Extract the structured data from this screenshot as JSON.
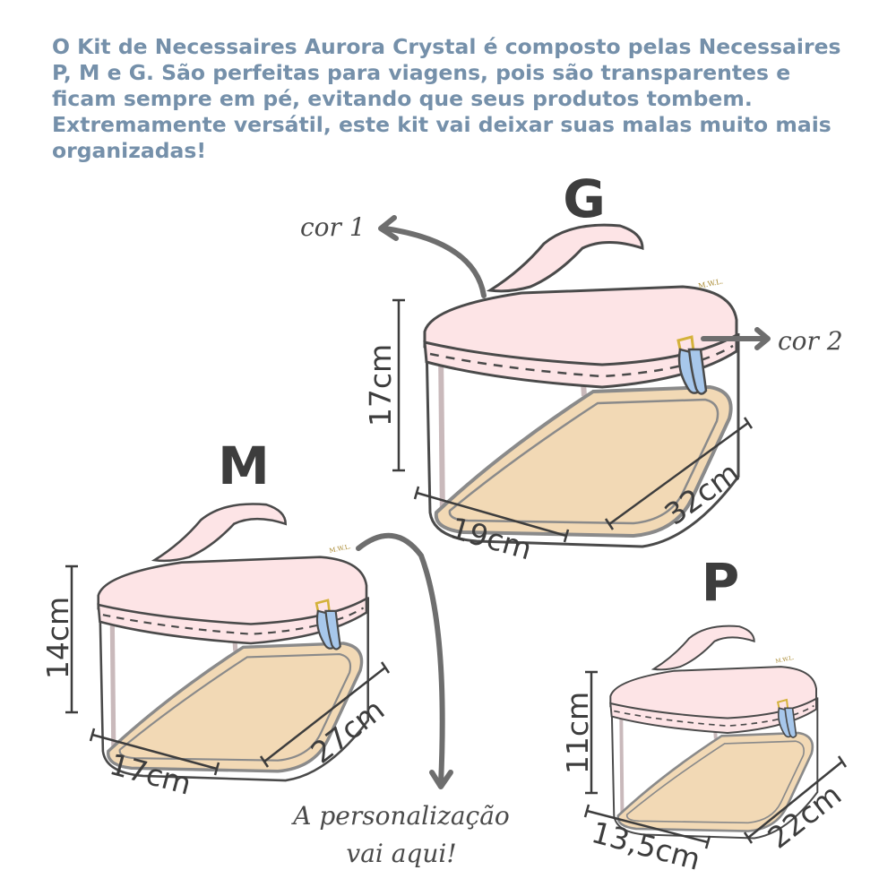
{
  "intro_text": "O Kit de Necessaires Aurora Crystal é composto pelas Necessaires P, M e G. São perfeitas para viagens, pois são transparentes e ficam sempre em pé, evitando que seus produtos tombem. Extremamente versátil, este kit vai deixar suas malas muito mais organizadas!",
  "colors": {
    "text": "#7590aa",
    "pink": "#fde4e6",
    "blue": "#a7c7eb",
    "tan": "#f2d9b5",
    "outline": "#4a4a4a"
  },
  "monogram": "M.W.L.",
  "bags": {
    "g": {
      "label": "G",
      "height": "17cm",
      "width": "19cm",
      "length": "32cm"
    },
    "m": {
      "label": "M",
      "height": "14cm",
      "width": "17cm",
      "length": "27cm"
    },
    "p": {
      "label": "P",
      "height": "11cm",
      "width": "13,5cm",
      "length": "22cm"
    }
  },
  "annotations": {
    "color1": "cor 1",
    "color2": "cor 2",
    "personalization_line1": "A personalização",
    "personalization_line2": "vai aqui!"
  }
}
